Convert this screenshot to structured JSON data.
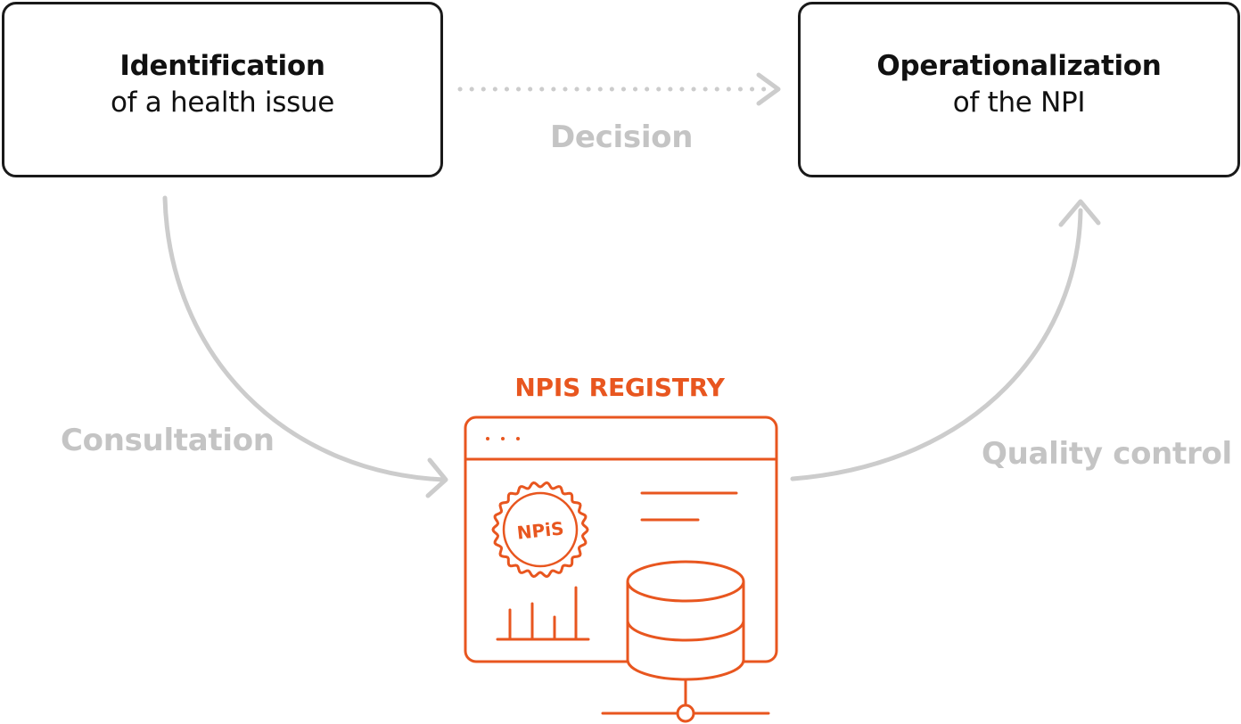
{
  "nodes": {
    "identification": {
      "title": "Identification",
      "subtitle": "of a health issue"
    },
    "operationalization": {
      "title": "Operationalization",
      "subtitle": "of the NPI"
    }
  },
  "edges": {
    "decision": "Decision",
    "consultation": "Consultation",
    "quality_control": "Quality control"
  },
  "registry": {
    "title": "NPIS REGISTRY",
    "seal_text": "NPiS"
  },
  "colors": {
    "accent": "#e8561f",
    "box_border": "#1a1a1a",
    "arrow": "#cccccc",
    "label": "#c4c4c4"
  },
  "icons": [
    "browser-window-icon",
    "seal-badge-icon",
    "bar-chart-icon",
    "database-icon",
    "network-node-icon"
  ]
}
